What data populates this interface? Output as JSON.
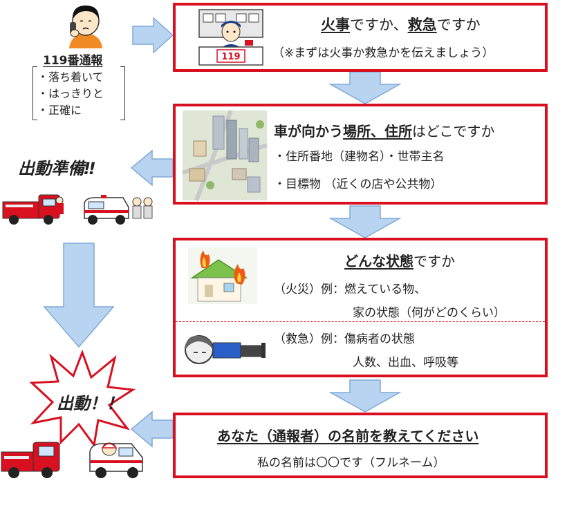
{
  "caller": {
    "title": "119番通報",
    "tips": [
      "・落ち着いて",
      "・はっきりと",
      "・正確に"
    ]
  },
  "step1": {
    "q_part1": "火事",
    "q_part2": "ですか、",
    "q_part3": "救急",
    "q_part4": "ですか",
    "note": "（※まずは火事か救急かを伝えましょう）",
    "dispatch_sign": "119"
  },
  "step2": {
    "q_part1": "車が向かう",
    "q_part2": "場所、住所",
    "q_part3": "はどこですか",
    "item1": "・住所番地（建物名）・世帯主名",
    "item2": "・目標物 （近くの店や公共物）"
  },
  "step3": {
    "q_part1": "どんな状態",
    "q_part2": "ですか",
    "fire_line1": "（火災）例：燃えている物、",
    "fire_line2": "家の状態（何がどのくらい）",
    "ems_line1": "（救急）例：傷病者の状態",
    "ems_line2": "人数、出血、呼吸等"
  },
  "step4": {
    "question": "あなた（通報者）の名前を教えてください",
    "answer": "私の名前は〇〇です（フルネーム）"
  },
  "left": {
    "prepare": "出動準備‼",
    "dispatch": "出動！！"
  },
  "colors": {
    "border": "#d81020",
    "arrow_fill": "#b8d4f0",
    "arrow_stroke": "#7fa9d8",
    "burst_stroke": "#d81020"
  }
}
